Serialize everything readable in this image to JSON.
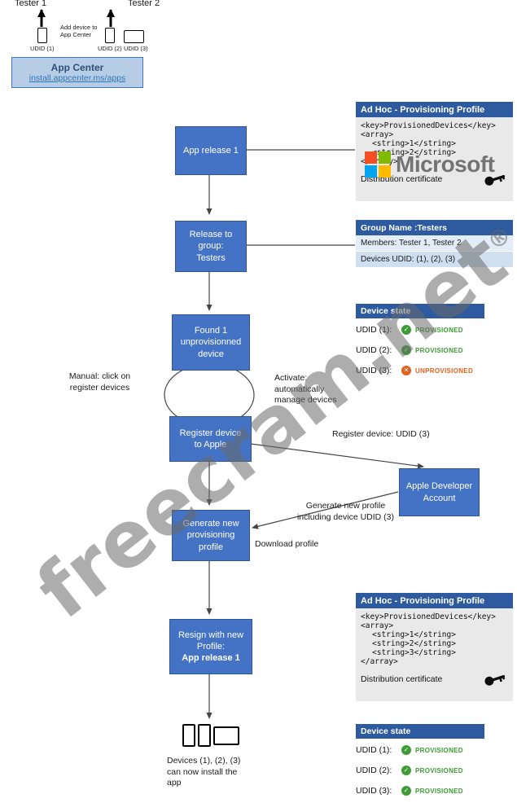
{
  "watermark": {
    "text": "freecram.net",
    "reg": "®"
  },
  "icons": {
    "check": "✓",
    "cross": "✕"
  },
  "top": {
    "tester1": "Tester 1",
    "tester2": "Tester 2",
    "add_device": [
      "Add device to",
      "App Center"
    ],
    "udid1": "UDID (1)",
    "udid2": "UDID (2)",
    "udid3": "UDID (3)",
    "app_center_title": "App Center",
    "app_center_link": "install.appcenter.ms/apps"
  },
  "flow": {
    "app_release": "App release 1",
    "release_group": [
      "Release to",
      "group:",
      "Testers"
    ],
    "found_device": [
      "Found 1",
      "unprovisionned",
      "device"
    ],
    "register_device": [
      "Register device",
      "to Apple"
    ],
    "generate_profile": [
      "Generate new",
      "provisioning",
      "profile"
    ],
    "resign": [
      "Resign with new",
      "Profile:",
      "App release 1"
    ],
    "apple_dev": [
      "Apple Developer",
      "Account"
    ]
  },
  "labels": {
    "manual": [
      "Manual: click on",
      "register devices"
    ],
    "activate": [
      "Activate:",
      "automatically",
      "manage devices"
    ],
    "register_udid3": "Register device: UDID (3)",
    "generate_new": [
      "Generate new profile",
      "including device UDID (3)"
    ],
    "download": "Download profile",
    "install": [
      "Devices (1), (2), (3)",
      "can now install the",
      "app"
    ]
  },
  "adhoc1": {
    "title": "Ad Hoc - Provisioning Profile",
    "xml": [
      "<key>ProvisionedDevices</key>",
      "<array>",
      "<string>1</string>",
      "<string>2</string>",
      "</array>"
    ],
    "cert": "Distribution certificate"
  },
  "adhoc2": {
    "title": "Ad Hoc - Provisioning Profile",
    "xml": [
      "<key>ProvisionedDevices</key>",
      "<array>",
      "<string>1</string>",
      "<string>2</string>",
      "<string>3</string>",
      "</array>"
    ],
    "cert": "Distribution certificate"
  },
  "group_panel": {
    "title": "Group Name :Testers",
    "members": "Members: Tester 1, Tester 2",
    "devices": "Devices UDID: (1), (2), (3)"
  },
  "device_state1": {
    "title": "Device state",
    "rows": [
      {
        "label": "UDID (1):",
        "status": "PROVISIONED"
      },
      {
        "label": "UDID (2):",
        "status": "PROVISIONED"
      },
      {
        "label": "UDID (3):",
        "status": "UNPROVISIONED"
      }
    ]
  },
  "device_state2": {
    "title": "Device state",
    "rows": [
      {
        "label": "UDID (1):",
        "status": "PROVISIONED"
      },
      {
        "label": "UDID (2):",
        "status": "PROVISIONED"
      },
      {
        "label": "UDID (3):",
        "status": "PROVISIONED"
      }
    ]
  },
  "microsoft": {
    "text": "Microsoft"
  }
}
